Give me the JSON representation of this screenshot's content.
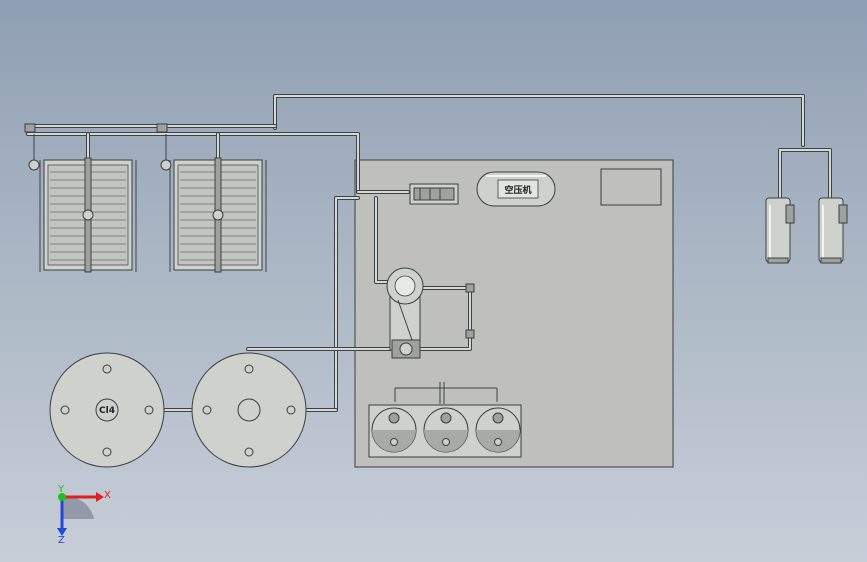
{
  "diagram": {
    "compressor_label": "空压机",
    "disc_label": "Cl4",
    "axes": {
      "x_label": "X",
      "y_label": "Y",
      "z_label": "Z"
    },
    "colors": {
      "background_top": "#8f9fb3",
      "panel": "#bfc0bb",
      "part": "#cfd1cc",
      "outline": "#3a3e40",
      "x_axis": "#e02020",
      "y_axis": "#1fbf1f",
      "z_axis": "#2448d8"
    }
  }
}
